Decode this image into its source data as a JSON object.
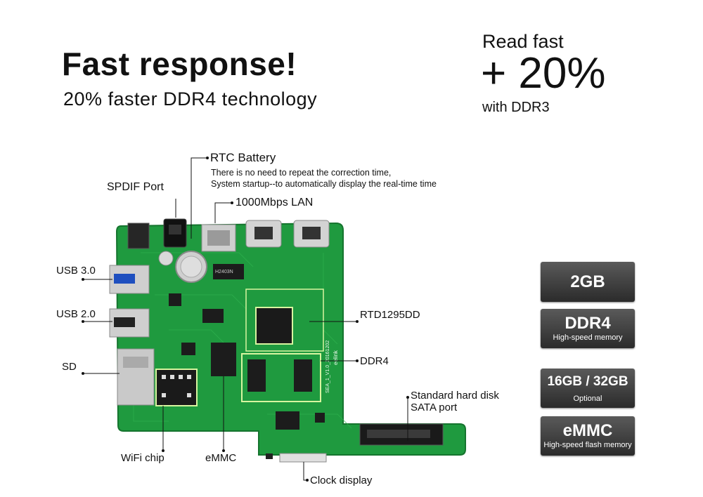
{
  "header": {
    "title": "Fast response!",
    "subtitle": "20% faster DDR4 technology"
  },
  "stat": {
    "label": "Read fast",
    "value": "+ 20%",
    "note": "with DDR3"
  },
  "callouts": {
    "rtc_title": "RTC Battery",
    "rtc_line1": "There is no need to repeat the correction time,",
    "rtc_line2": "System startup--to automatically display the real-time time",
    "spdif": "SPDIF Port",
    "lan": "1000Mbps LAN",
    "usb3": "USB 3.0",
    "usb2": "USB 2.0",
    "sd": "SD",
    "wifi": "WiFi chip",
    "emmc": "eMMC",
    "clock": "Clock display",
    "soc": "RTD1295DD",
    "ddr4": "DDR4",
    "sata_line1": "Standard hard disk",
    "sata_line2": "SATA port"
  },
  "chip_marks": {
    "battery_code": "H2403N",
    "board_code": "SEA_1_V1.0_20161202",
    "brand": "eelink"
  },
  "specs": [
    {
      "main": "2GB",
      "sub": ""
    },
    {
      "main": "DDR4",
      "sub": "High-speed memory"
    },
    {
      "main": "16GB / 32GB",
      "sub": "Optional"
    },
    {
      "main": "eMMC",
      "sub": "High-speed flash memory"
    }
  ],
  "colors": {
    "pcb": "#1f9a3f",
    "pcb_dark": "#17782f",
    "chip": "#1c1c1c",
    "metal": "#c9c9c9",
    "highlight": "#d8f5a0"
  }
}
